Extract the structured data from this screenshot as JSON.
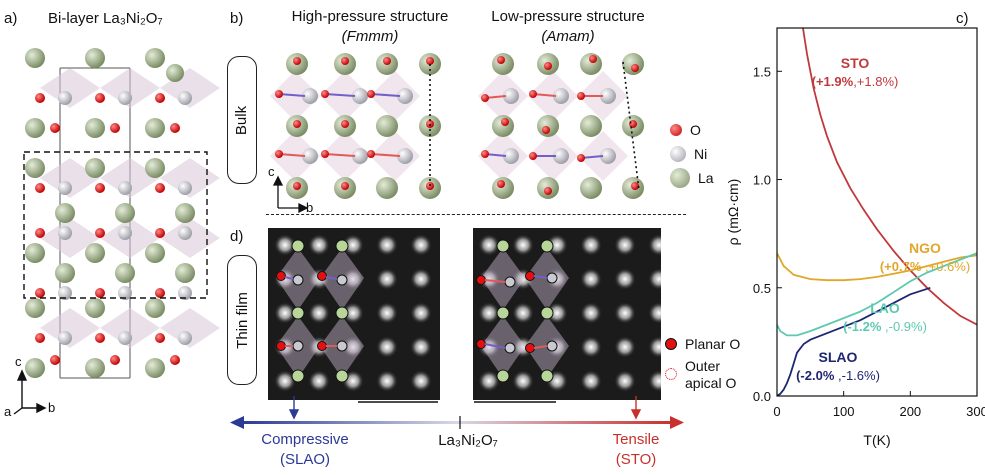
{
  "panel_a": {
    "label": "a)",
    "title": "Bi-layer La₃Ni₂O₇",
    "axis_c": "c",
    "axis_a": "a",
    "axis_b": "b"
  },
  "panel_b": {
    "label": "b)",
    "high_title": "High-pressure structure",
    "high_group": "(Fmmm)",
    "low_title": "Low-pressure structure",
    "low_group": "(Amam)",
    "side_tag": "Bulk",
    "axis_c": "c",
    "axis_b": "b",
    "legend": [
      {
        "label": "O",
        "color": "#e01515"
      },
      {
        "label": "Ni",
        "color": "#a8a8b0"
      },
      {
        "label": "La",
        "color": "#9cae86"
      }
    ]
  },
  "panel_d": {
    "label": "d)",
    "side_tag": "Thin film",
    "legend_planar": "Planar O",
    "legend_outer_line1": "Outer",
    "legend_outer_line2": "apical O"
  },
  "strain_axis": {
    "left_label": "Compressive",
    "left_sub": "(SLAO)",
    "center_label": "La₃Ni₂O₇",
    "right_label": "Tensile",
    "right_sub": "(STO)",
    "left_color": "#2a3a96",
    "right_color": "#c9302c"
  },
  "chart_data": {
    "type": "line",
    "panel_label": "c)",
    "xlabel": "T(K)",
    "ylabel": "ρ (mΩ·cm)",
    "xlim": [
      0,
      300
    ],
    "ylim": [
      0,
      1.7
    ],
    "xticks": [
      "0",
      "100",
      "200",
      "300"
    ],
    "yticks": [
      "0.0",
      "0.5",
      "1.0",
      "1.5"
    ],
    "series": [
      {
        "name": "STO",
        "strain": "(+1.9%,+1.8%)",
        "strain_bold": "(+1.9%",
        "strain_rest": ",+1.8%)",
        "color": "#c0393b",
        "x": [
          38,
          45,
          55,
          65,
          75,
          90,
          110,
          130,
          150,
          175,
          200,
          225,
          250,
          275,
          300
        ],
        "y": [
          1.72,
          1.58,
          1.42,
          1.3,
          1.2,
          1.08,
          0.96,
          0.86,
          0.77,
          0.67,
          0.58,
          0.5,
          0.43,
          0.37,
          0.33
        ]
      },
      {
        "name": "NGO",
        "strain": "(+0.7% ,+0.6%)",
        "strain_bold": "(+0.7%",
        "strain_rest": " ,+0.6%)",
        "color": "#e0a72a",
        "x": [
          0,
          10,
          25,
          50,
          75,
          100,
          125,
          150,
          175,
          200,
          225,
          250,
          275,
          300
        ],
        "y": [
          0.66,
          0.6,
          0.56,
          0.54,
          0.535,
          0.535,
          0.54,
          0.55,
          0.565,
          0.58,
          0.6,
          0.62,
          0.64,
          0.65
        ]
      },
      {
        "name": "LAO",
        "strain": "(-1.2% ,-0.9%)",
        "strain_bold": "(-1.2%",
        "strain_rest": " ,-0.9%)",
        "color": "#5ec9b0",
        "x": [
          0,
          5,
          15,
          30,
          50,
          75,
          100,
          125,
          150,
          175,
          200,
          225,
          250,
          275,
          300
        ],
        "y": [
          0.33,
          0.3,
          0.28,
          0.28,
          0.3,
          0.33,
          0.36,
          0.39,
          0.43,
          0.48,
          0.53,
          0.57,
          0.6,
          0.63,
          0.66
        ]
      },
      {
        "name": "SLAO",
        "strain": "(-2.0% ,-1.6%)",
        "strain_bold": "(-2.0%",
        "strain_rest": " ,-1.6%)",
        "color": "#1f2670",
        "x": [
          0,
          5,
          10,
          15,
          20,
          25,
          30,
          40,
          50,
          75,
          100,
          125,
          150,
          175,
          200,
          230
        ],
        "y": [
          0.0,
          0.01,
          0.03,
          0.06,
          0.1,
          0.15,
          0.2,
          0.24,
          0.26,
          0.29,
          0.32,
          0.35,
          0.39,
          0.43,
          0.47,
          0.5
        ]
      }
    ]
  }
}
